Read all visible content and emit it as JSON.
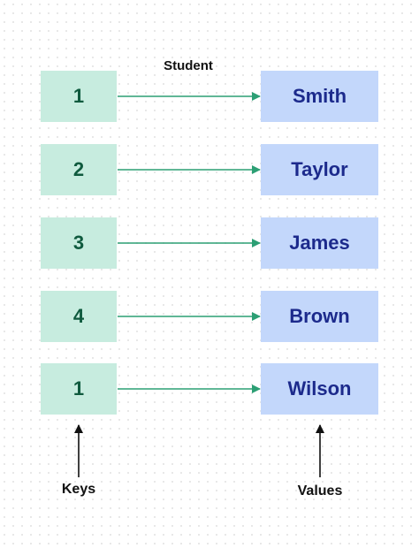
{
  "title": "Student",
  "colors": {
    "key_fill": "#c7ecdf",
    "key_text": "#0f5a3e",
    "value_fill": "#c3d7fb",
    "value_text": "#1c2a8c",
    "arrow": "#2c9f74"
  },
  "mappings": [
    {
      "key": "1",
      "value": "Smith"
    },
    {
      "key": "2",
      "value": "Taylor"
    },
    {
      "key": "3",
      "value": "James"
    },
    {
      "key": "4",
      "value": "Brown"
    },
    {
      "key": "1",
      "value": "Wilson"
    }
  ],
  "captions": {
    "keys": "Keys",
    "values": "Values"
  }
}
